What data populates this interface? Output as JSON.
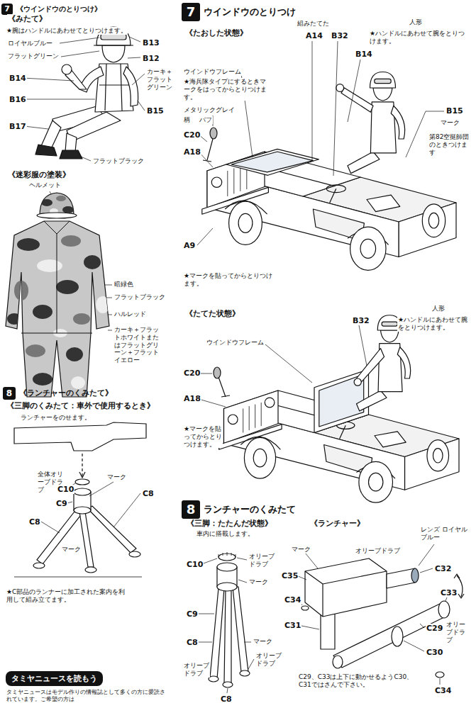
{
  "diagram": {
    "nodes": [
      {
        "text": [
          "7",
          "《ウインドウのとりつけ》"
        ]
      },
      {
        "text": [
          "8",
          "《ランチャーのくみたて》"
        ]
      },
      {
        "text": [
          "タミヤニュースを読もう"
        ]
      },
      {
        "text": [
          "7",
          "ウインドウのとりつけ"
        ]
      },
      {
        "text": [
          "8",
          "ランチャーのくみたて"
        ]
      }
    ],
    "labels": [
      "《みたて》",
      "★腕はハンドルにあわせてとりつけます。",
      "ロイヤルブルー",
      "B13",
      "フラットグリーン",
      "B12",
      "B14",
      "カーキ＋フラットグリーン",
      "B16",
      "B17",
      "B15",
      "フラットブラック",
      "《迷彩服の塗装》",
      "ヘルメット",
      "暗緑色",
      "フラットブラック",
      "ハルレッド",
      "カーキ＋フラットホワイトまたはフラットグリーン＋フラットイエロー",
      "《三脚のくみたて：車外で使用するとき》",
      "ランチャーをのせます。",
      "全体オリーブドラブ",
      "マーク",
      "C10",
      "C8",
      "C9",
      "C8",
      "マーク",
      "★C部品のランナーに加工された案内を利用して組み立てます。",
      "タミヤニュースはモデル作りの情報誌として多くの方に愛読されています。ご希望の方は",
      "《たおした状態》",
      "組みたてた",
      "人形",
      "A14",
      "B32",
      "★ハンドルにあわせて腕をとりつけます。",
      "B14",
      "ウインドウフレーム",
      "★海兵隊タイプにするときマークをはってからとりつけます。",
      "メタリックグレイ",
      "柄",
      "バフ",
      "B15",
      "マーク",
      "第82空挺師団のときつけます",
      "C20",
      "A18",
      "A9",
      "★マークを貼ってからとりつけます。",
      "《たてた状態》",
      "人形",
      "B32",
      "★ハンドルにあわせて腕をとりつけます。",
      "ウインドウフレーム",
      "C20",
      "A18",
      "★マークを貼ってからとりつけます。",
      "《三脚：たたんだ状態》",
      "車内に搭載します。",
      "《ランチャー》",
      "レンズ ロイヤルブルー",
      "マーク",
      "オリーブドラブ",
      "C32",
      "C10",
      "オリーブドラブ",
      "C35",
      "マーク",
      "C33",
      "C34",
      "C9",
      "C31",
      "C29",
      "オリーブドラブ",
      "C8",
      "マーク",
      "C30",
      "オリーブドラブ",
      "オリーブドラブ",
      "C29、C33は上下に動かせるようC30、C31ではさんで下さい。",
      "C34",
      "C8"
    ]
  }
}
